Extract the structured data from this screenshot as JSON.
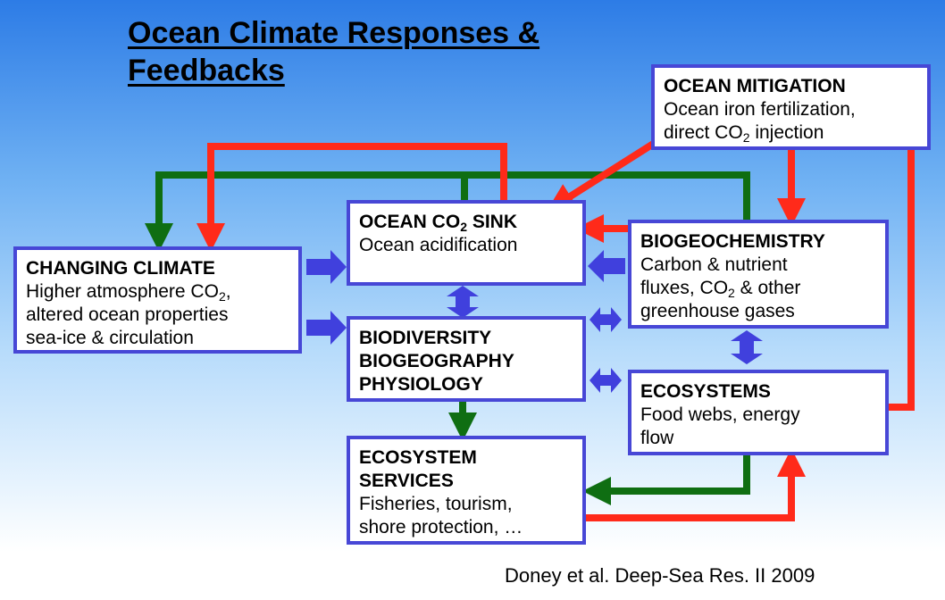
{
  "title": {
    "line1": "Ocean Climate Responses &",
    "line2": "Feedbacks"
  },
  "boxes": {
    "mitigation": {
      "head": "OCEAN MITIGATION",
      "line1": "Ocean iron fertilization,",
      "line2_pre": "direct CO",
      "line2_sub": "2",
      "line2_post": " injection"
    },
    "co2_sink": {
      "head_pre": "OCEAN CO",
      "head_sub": "2",
      "head_post": " SINK",
      "line1": "Ocean acidification"
    },
    "climate": {
      "head": "CHANGING CLIMATE",
      "line1_pre": "Higher atmosphere CO",
      "line1_sub": "2",
      "line1_post": ",",
      "line2": "altered ocean properties",
      "line3": "sea-ice & circulation"
    },
    "biogeochemistry": {
      "head": "BIOGEOCHEMISTRY",
      "line1": "Carbon & nutrient",
      "line2_pre": "fluxes, CO",
      "line2_sub": "2",
      "line2_post": " & other",
      "line3": "greenhouse gases"
    },
    "biodiversity": {
      "line1": "BIODIVERSITY",
      "line2": "BIOGEOGRAPHY",
      "line3": "PHYSIOLOGY"
    },
    "ecosystems": {
      "head": "ECOSYSTEMS",
      "line1": "Food webs, energy",
      "line2": "flow"
    },
    "services": {
      "head1": "ECOSYSTEM",
      "head2": "SERVICES",
      "line1": "Fisheries, tourism,",
      "line2": "shore protection, …"
    }
  },
  "citation": "Doney et al. Deep-Sea Res. II 2009",
  "colors": {
    "box_border": "#4747d6",
    "red_arrow": "#ff2a1a",
    "green_arrow": "#0f6e12",
    "blue_arrow": "#4040dd"
  }
}
